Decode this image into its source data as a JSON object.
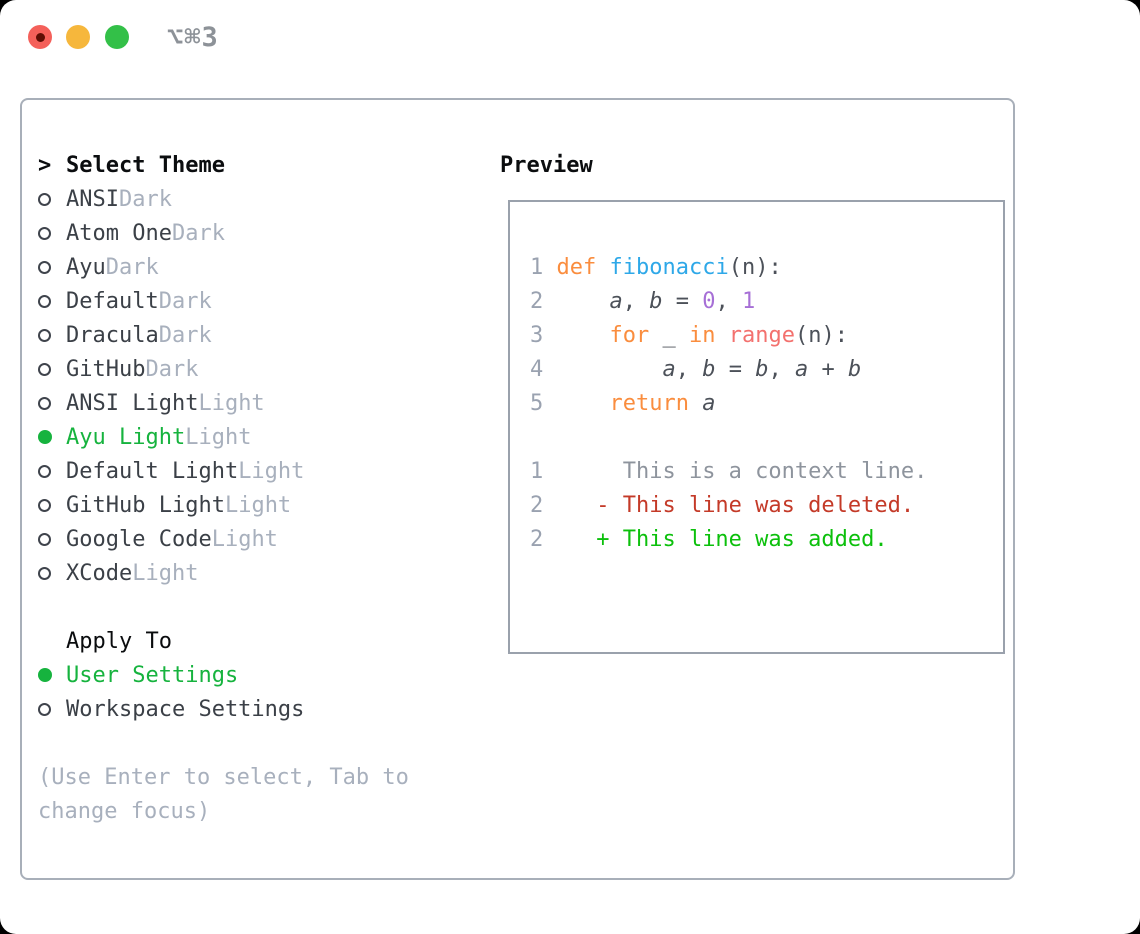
{
  "titlebar": {
    "shortcut": "⌥⌘3",
    "buttons": [
      "close",
      "minimize",
      "zoom"
    ]
  },
  "theme_picker": {
    "header_prefix": ">",
    "header": "Select Theme",
    "items": [
      {
        "name": "ANSI",
        "variant": "Dark",
        "selected": false
      },
      {
        "name": "Atom One",
        "variant": "Dark",
        "selected": false
      },
      {
        "name": "Ayu",
        "variant": "Dark",
        "selected": false
      },
      {
        "name": "Default",
        "variant": "Dark",
        "selected": false
      },
      {
        "name": "Dracula",
        "variant": "Dark",
        "selected": false
      },
      {
        "name": "GitHub",
        "variant": "Dark",
        "selected": false
      },
      {
        "name": "ANSI Light",
        "variant": "Light",
        "selected": false
      },
      {
        "name": "Ayu Light",
        "variant": "Light",
        "selected": true
      },
      {
        "name": "Default Light",
        "variant": "Light",
        "selected": false
      },
      {
        "name": "GitHub Light",
        "variant": "Light",
        "selected": false
      },
      {
        "name": "Google Code",
        "variant": "Light",
        "selected": false
      },
      {
        "name": "XCode",
        "variant": "Light",
        "selected": false
      }
    ]
  },
  "apply_to": {
    "header": "Apply To",
    "options": [
      {
        "label": "User Settings",
        "selected": true
      },
      {
        "label": "Workspace Settings",
        "selected": false
      }
    ]
  },
  "hint_lines": [
    "(Use Enter to select, Tab to",
    "change focus)"
  ],
  "preview": {
    "title": "Preview",
    "code_lines": [
      {
        "num": "1",
        "tokens": [
          [
            "k",
            "def"
          ],
          [
            "p",
            " "
          ],
          [
            "f",
            "fibonacci"
          ],
          [
            "p",
            "(n):"
          ]
        ]
      },
      {
        "num": "2",
        "tokens": [
          [
            "p",
            "    "
          ],
          [
            "v",
            "a"
          ],
          [
            "p",
            ", "
          ],
          [
            "v",
            "b"
          ],
          [
            "p",
            " = "
          ],
          [
            "n",
            "0"
          ],
          [
            "p",
            ", "
          ],
          [
            "n",
            "1"
          ]
        ]
      },
      {
        "num": "3",
        "tokens": [
          [
            "p",
            "    "
          ],
          [
            "k",
            "for"
          ],
          [
            "p",
            " _ "
          ],
          [
            "k",
            "in"
          ],
          [
            "p",
            " "
          ],
          [
            "c",
            "range"
          ],
          [
            "p",
            "(n):"
          ]
        ]
      },
      {
        "num": "4",
        "tokens": [
          [
            "p",
            "        "
          ],
          [
            "v",
            "a"
          ],
          [
            "p",
            ", "
          ],
          [
            "v",
            "b"
          ],
          [
            "p",
            " = "
          ],
          [
            "v",
            "b"
          ],
          [
            "p",
            ", "
          ],
          [
            "v",
            "a"
          ],
          [
            "p",
            " + "
          ],
          [
            "v",
            "b"
          ]
        ]
      },
      {
        "num": "5",
        "tokens": [
          [
            "p",
            "    "
          ],
          [
            "k",
            "return"
          ],
          [
            "p",
            " "
          ],
          [
            "v",
            "a"
          ]
        ]
      }
    ],
    "diff_lines": [
      {
        "num": "1",
        "prefix": "      ",
        "text": "This is a context line.",
        "kind": "context"
      },
      {
        "num": "2",
        "prefix": "    - ",
        "text": "This line was deleted.",
        "kind": "deleted"
      },
      {
        "num": "2",
        "prefix": "    + ",
        "text": "This line was added.",
        "kind": "added"
      }
    ]
  },
  "colors": {
    "selected_green": "#16b33e",
    "diff_added": "#0cc00c",
    "diff_deleted": "#c43a28",
    "syntax_keyword": "#fa8d3e",
    "syntax_function": "#2ea8e8",
    "syntax_number": "#a66fd6",
    "syntax_call": "#f3716e",
    "muted_gray": "#a8b0bd",
    "traffic_red": "#f4605a",
    "traffic_yellow": "#f6b73c",
    "traffic_green": "#33c048"
  }
}
